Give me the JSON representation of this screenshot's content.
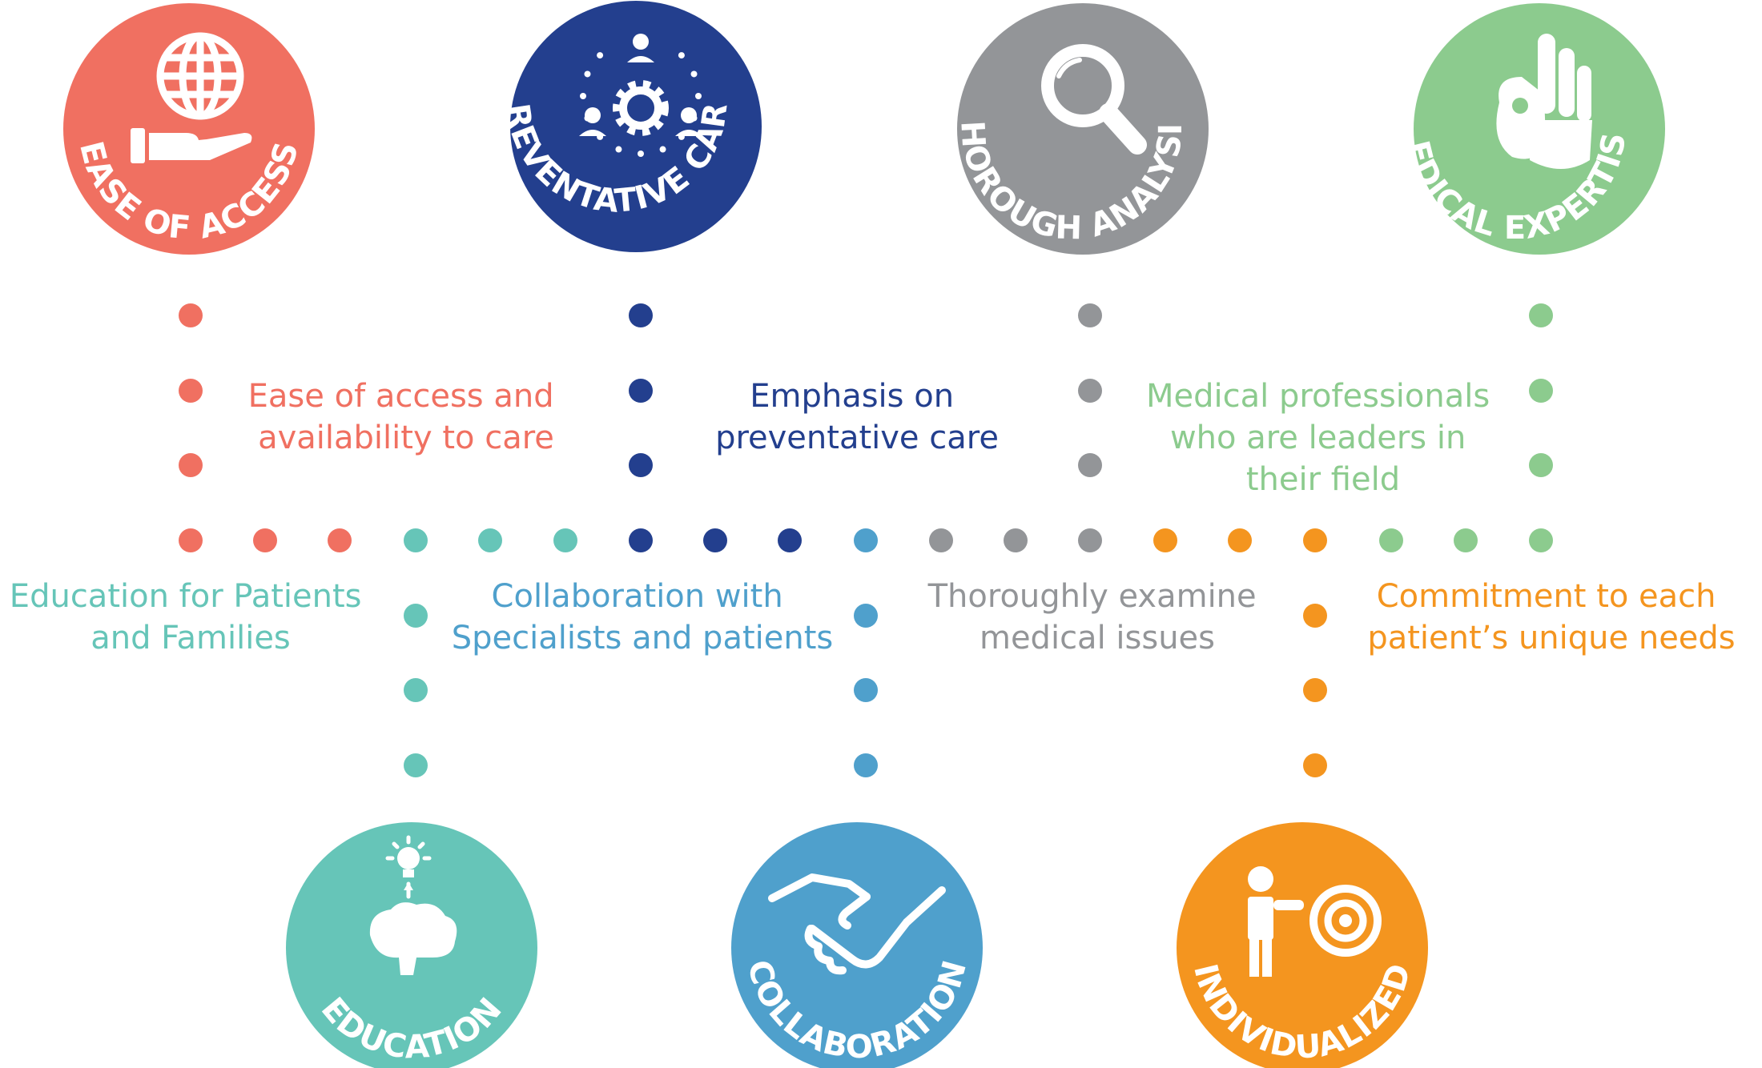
{
  "colors": {
    "ease": "#F07061",
    "preventative": "#233F8E",
    "analysis": "#939598",
    "expertise": "#8CCB8E",
    "education": "#66C5B8",
    "collaboration": "#4FA0CC",
    "individualized": "#F4951F",
    "white": "#FFFFFF"
  },
  "badges": {
    "ease": {
      "label": "EASE OF ACCESS",
      "icon": "globe-in-hand-icon"
    },
    "preventative": {
      "label": "PREVENTATIVE CARE",
      "icon": "gear-with-people-icon"
    },
    "analysis": {
      "label": "THOROUGH ANALYSIS",
      "icon": "magnifying-glass-icon"
    },
    "expertise": {
      "label": "MEDICAL EXPERTISE",
      "icon": "ok-hand-icon"
    },
    "education": {
      "label": "EDUCATION",
      "icon": "brain-lightbulb-icon"
    },
    "collaboration": {
      "label": "COLLABORATION",
      "icon": "handshake-icon"
    },
    "individualized": {
      "label": "INDIVIDUALIZED",
      "icon": "person-target-icon"
    }
  },
  "descriptions": {
    "ease": [
      "Ease of access and",
      "availability to care"
    ],
    "preventative": [
      "Emphasis on",
      "preventative care"
    ],
    "expertise": [
      "Medical professionals",
      "who are leaders in",
      "their field"
    ],
    "education": [
      "Education for Patients",
      "and Families"
    ],
    "collaboration": [
      "Collaboration with",
      "Specialists and patients"
    ],
    "analysis": [
      "Thoroughly examine",
      "medical issues"
    ],
    "individualized": [
      "Commitment to each",
      "patient’s unique needs"
    ]
  }
}
